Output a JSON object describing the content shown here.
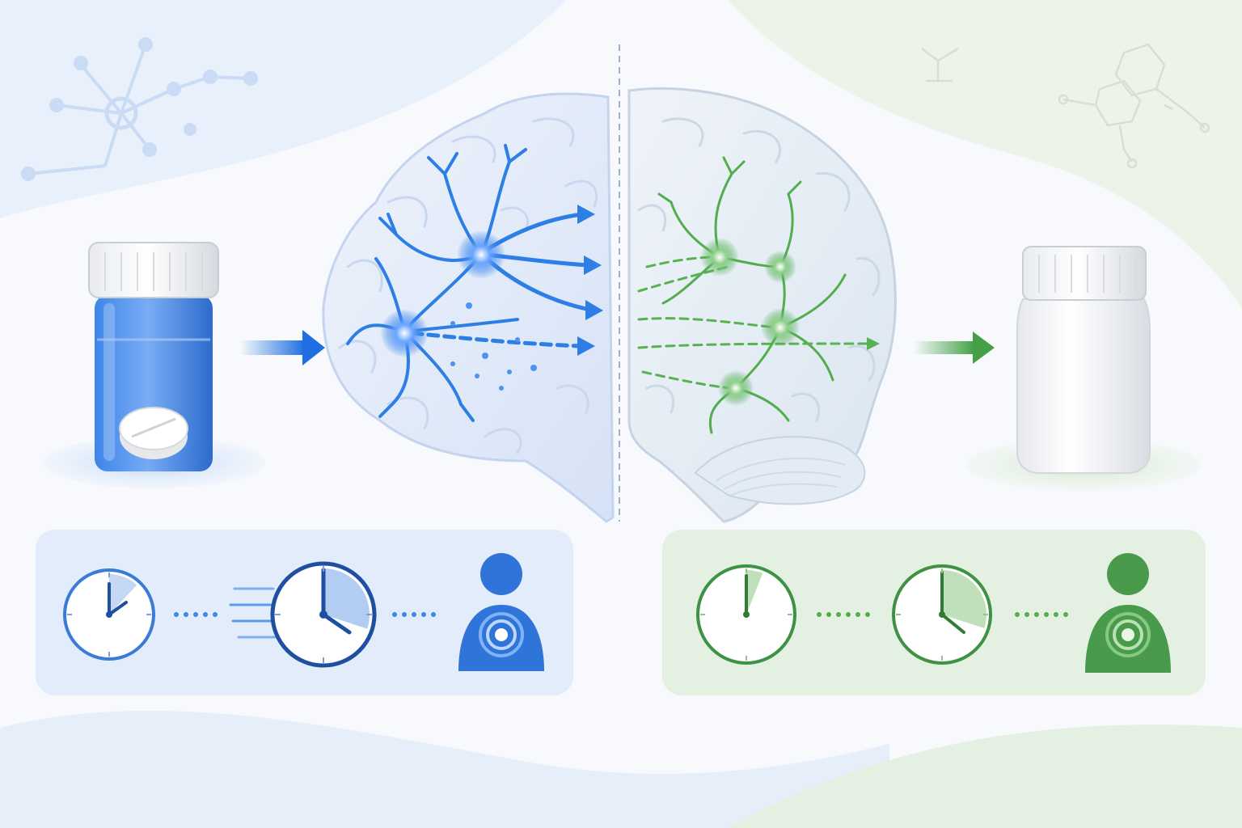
{
  "colors": {
    "blue": "#1f6fe0",
    "blue_light": "#cfe0fa",
    "green": "#43a047",
    "green_light": "#d7ecd5",
    "brain": "#dfe8f7",
    "background": "#f7f9fc"
  },
  "icons": {
    "left_bottle": "blue-pill-bottle-icon",
    "right_bottle": "white-pill-bottle-icon",
    "clock": "clock-icon",
    "person": "person-silhouette-icon",
    "brain": "brain-icon",
    "neuron": "neuron-icon",
    "molecule": "molecule-icon"
  },
  "left_panel": {
    "clock_fill_fractions": [
      0.12,
      0.3
    ]
  },
  "right_panel": {
    "clock_fill_fractions": [
      0.06,
      0.3
    ]
  }
}
